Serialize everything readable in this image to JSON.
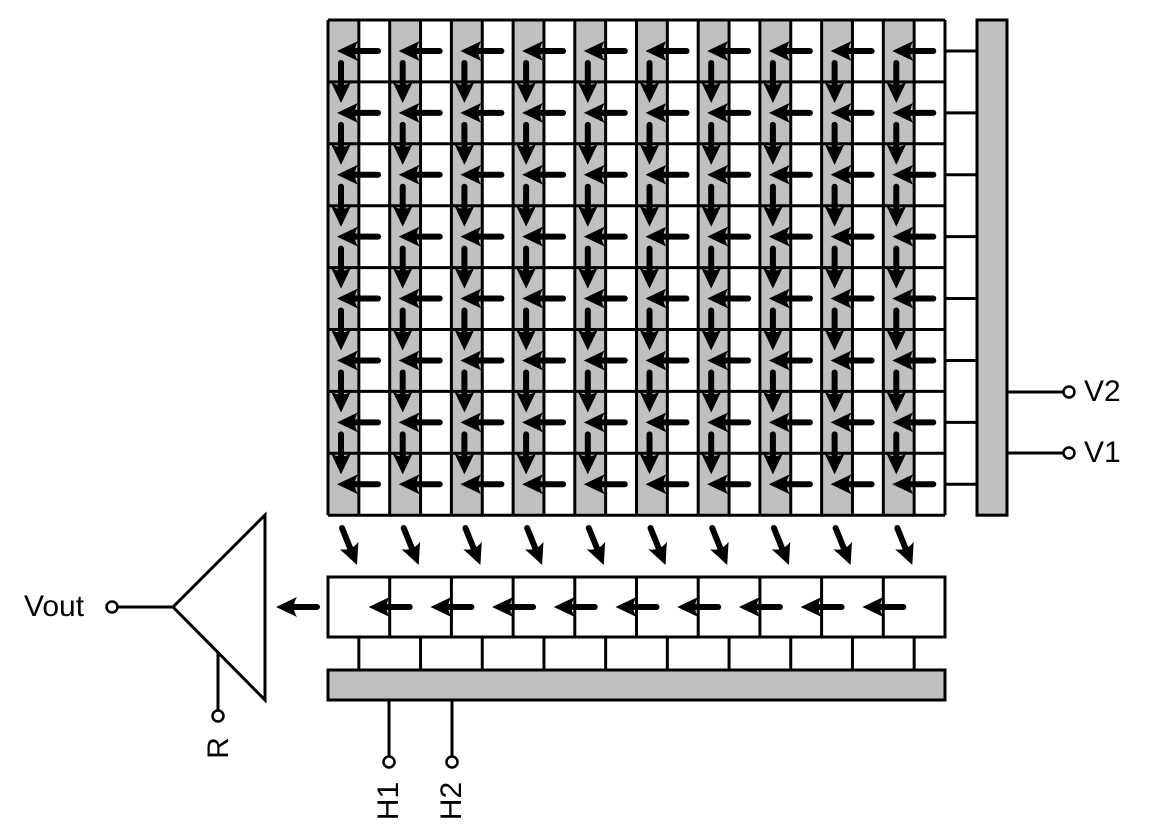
{
  "title": "CCD sensor charge transfer diagram",
  "labels": {
    "v1": "V1",
    "v2": "V2",
    "vout": "Vout",
    "r": "R",
    "h1": "H1",
    "h2": "H2"
  },
  "grid": {
    "columns": 10,
    "rows": 8
  },
  "colors": {
    "gate": "#c0c0c0",
    "stroke": "#000000",
    "background": "#ffffff"
  }
}
